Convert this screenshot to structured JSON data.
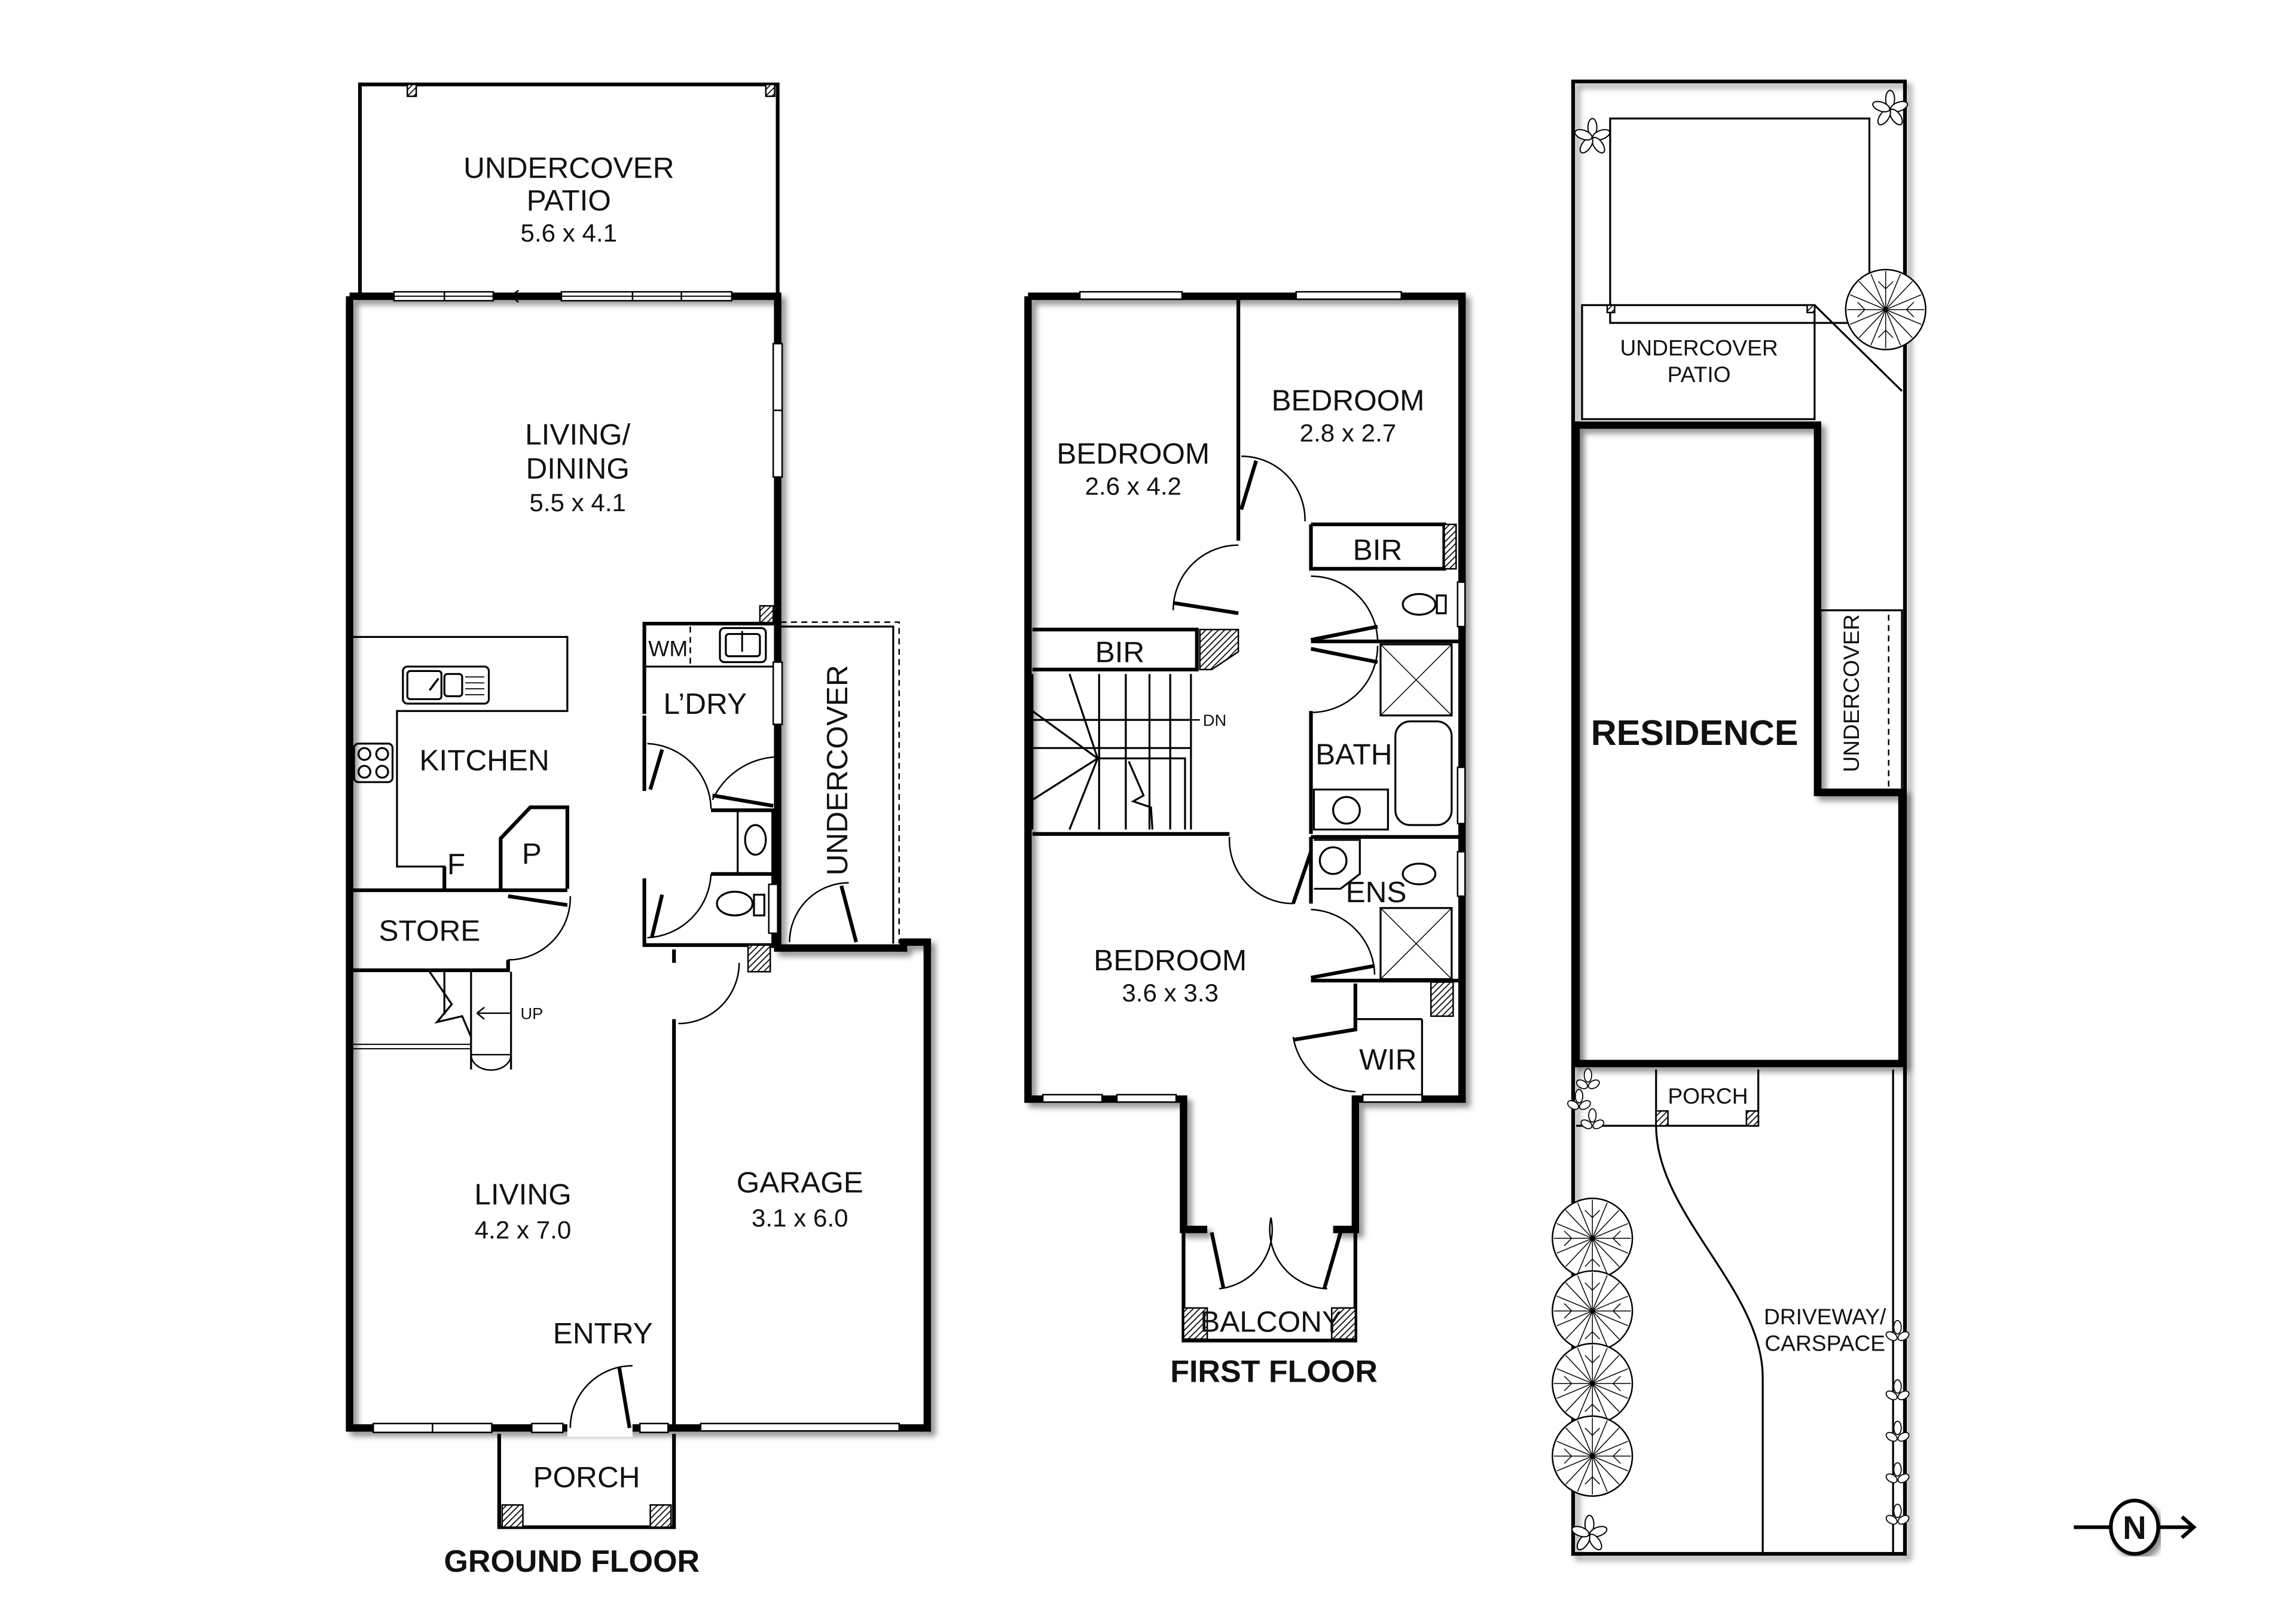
{
  "ground_floor": {
    "title": "GROUND FLOOR",
    "rooms": {
      "undercover_patio": {
        "name_line1": "UNDERCOVER",
        "name_line2": "PATIO",
        "dim": "5.6 x 4.1"
      },
      "living_dining": {
        "name_line1": "LIVING/",
        "name_line2": "DINING",
        "dim": "5.5 x 4.1"
      },
      "kitchen": {
        "name": "KITCHEN"
      },
      "fridge": {
        "name": "F"
      },
      "pantry": {
        "name": "P"
      },
      "store": {
        "name": "STORE"
      },
      "stairs_up": {
        "name": "UP"
      },
      "washing_machine": {
        "name": "WM"
      },
      "laundry": {
        "name": "L’DRY"
      },
      "undercover": {
        "name": "UNDERCOVER"
      },
      "living": {
        "name": "LIVING",
        "dim": "4.2 x 7.0"
      },
      "entry": {
        "name": "ENTRY"
      },
      "garage": {
        "name": "GARAGE",
        "dim": "3.1 x 6.0"
      },
      "porch": {
        "name": "PORCH"
      }
    }
  },
  "first_floor": {
    "title": "FIRST FLOOR",
    "rooms": {
      "bedroom_2": {
        "name": "BEDROOM",
        "dim": "2.6 x 4.2"
      },
      "bedroom_3": {
        "name": "BEDROOM",
        "dim": "2.8 x 2.7"
      },
      "bir_1": {
        "name": "BIR"
      },
      "bir_2": {
        "name": "BIR"
      },
      "stairs_down": {
        "name": "DN"
      },
      "bath": {
        "name": "BATH"
      },
      "ens": {
        "name": "ENS"
      },
      "master_bedroom": {
        "name": "BEDROOM",
        "dim": "3.6 x 3.3"
      },
      "wir": {
        "name": "WIR"
      },
      "balcony": {
        "name": "BALCONY"
      }
    }
  },
  "site_plan": {
    "undercover_patio": {
      "line1": "UNDERCOVER",
      "line2": "PATIO"
    },
    "residence": "RESIDENCE",
    "undercover": "UNDERCOVER",
    "porch": "PORCH",
    "driveway": {
      "line1": "DRIVEWAY/",
      "line2": "CARSPACE"
    }
  },
  "north_arrow": {
    "label": "N",
    "icon": "north-arrow-icon"
  },
  "colors": {
    "ink": "#000000",
    "background": "#ffffff",
    "shadow": "#9a9a9a"
  }
}
